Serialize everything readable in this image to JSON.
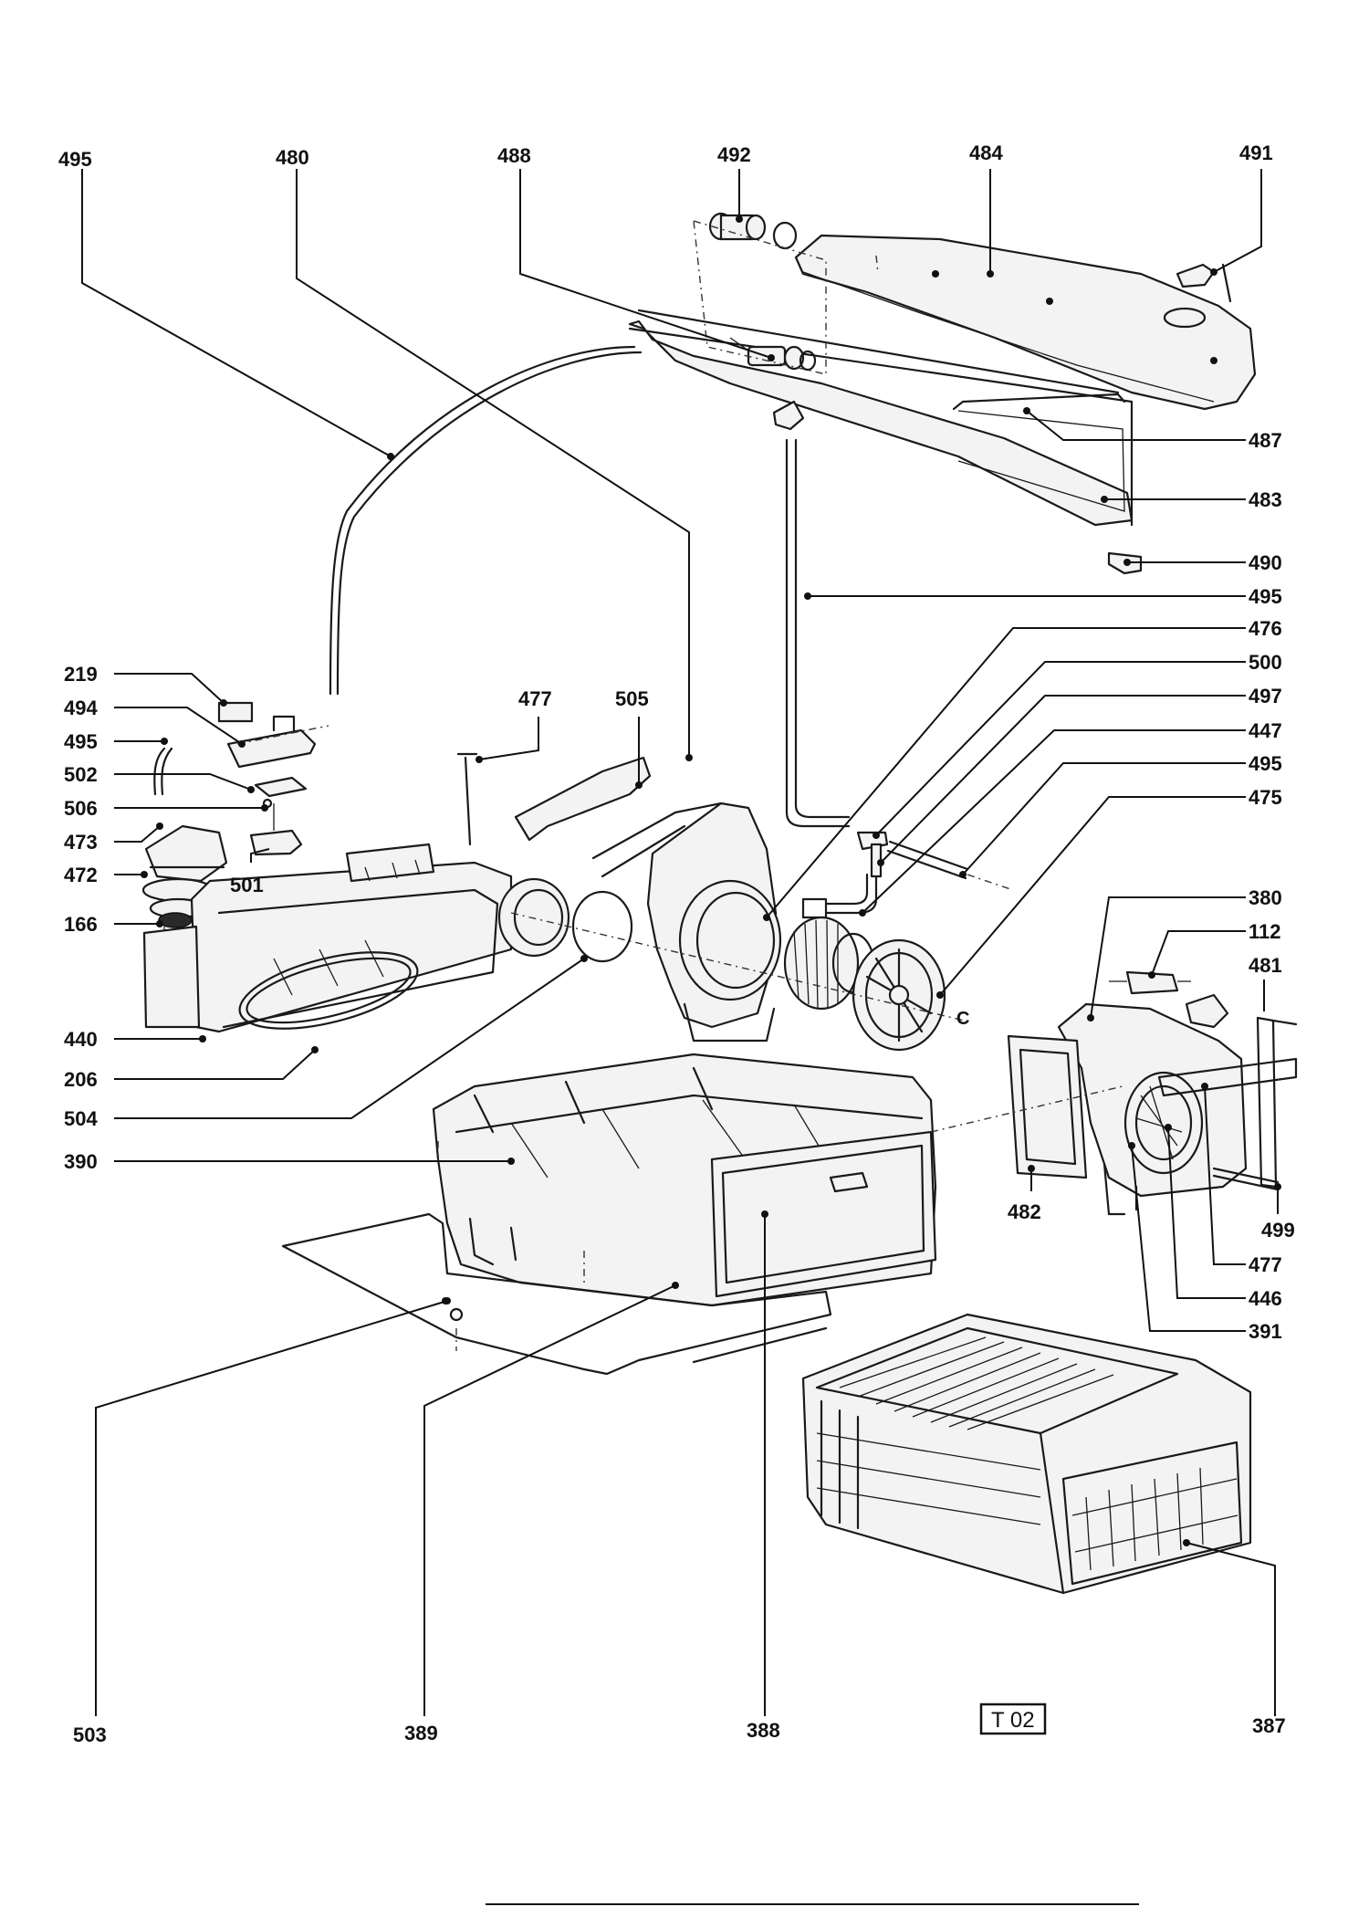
{
  "callouts": {
    "c495a": "495",
    "c480": "480",
    "c488": "488",
    "c492": "492",
    "c484": "484",
    "c491": "491",
    "c487": "487",
    "c483": "483",
    "c490": "490",
    "c495b": "495",
    "c476": "476",
    "c500": "500",
    "c497": "497",
    "c447": "447",
    "c495c": "495",
    "c475": "475",
    "c219": "219",
    "c494": "494",
    "c495d": "495",
    "c502": "502",
    "c506": "506",
    "c473": "473",
    "c472": "472",
    "c166": "166",
    "c501": "501",
    "c477a": "477",
    "c505": "505",
    "c440": "440",
    "c206": "206",
    "c504": "504",
    "c390": "390",
    "c380": "380",
    "c112": "112",
    "c481": "481",
    "c482": "482",
    "c499": "499",
    "c477b": "477",
    "c446": "446",
    "c391": "391",
    "c503": "503",
    "c389": "389",
    "c388": "388",
    "c387": "387"
  },
  "axis_letter": "C",
  "plate_tag": "T 02"
}
